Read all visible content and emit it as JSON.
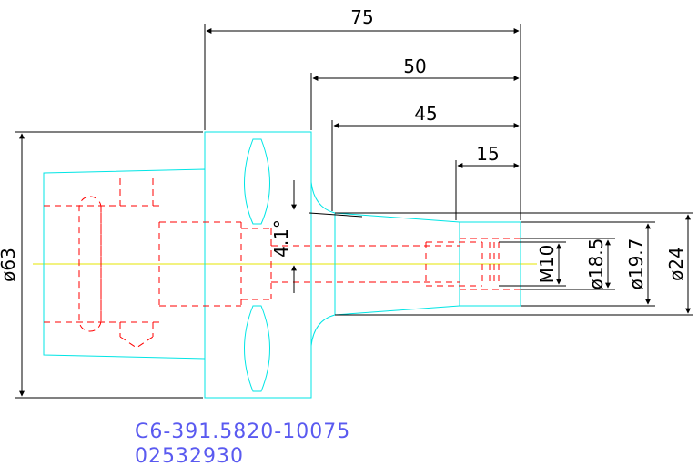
{
  "dimensions": {
    "top": [
      "75",
      "50",
      "45",
      "15"
    ],
    "left": "ø63",
    "angle": "4.1°",
    "right": [
      "M10",
      "ø18.5",
      "ø19.7",
      "ø24"
    ]
  },
  "caption": {
    "line1": "C6-391.5820-10075",
    "line2": "02532930"
  },
  "colors": {
    "outline": "#00e5e5",
    "hidden": "#ff0000",
    "centerline": "#e5e500",
    "dimension": "#000000",
    "caption": "#5a5af0"
  }
}
